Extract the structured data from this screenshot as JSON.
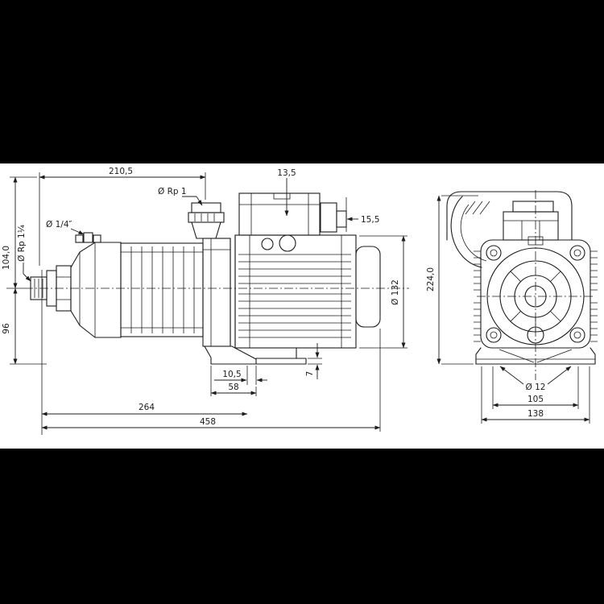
{
  "colors": {
    "background": "#000000",
    "paper": "#ffffff",
    "line": "#1c1c1c"
  },
  "side_view": {
    "length_top": "210,5",
    "discharge_port": "Ø Rp 1",
    "terminal_top_offset": "13,5",
    "terminal_side_offset": "15,5",
    "vent_plug": "Ø 1/4″",
    "suction_height": "104,0",
    "suction_port": "Ø Rp 1¼",
    "axis_height": "96",
    "motor_diameter": "Ø 132",
    "foot_hole_offset": "10,5",
    "foot_width": "58",
    "plate_thickness": "7",
    "base_length": "264",
    "total_length": "458"
  },
  "front_view": {
    "total_height": "224,0",
    "hole_diameter": "Ø 12",
    "hole_spacing": "105",
    "base_width": "138"
  }
}
